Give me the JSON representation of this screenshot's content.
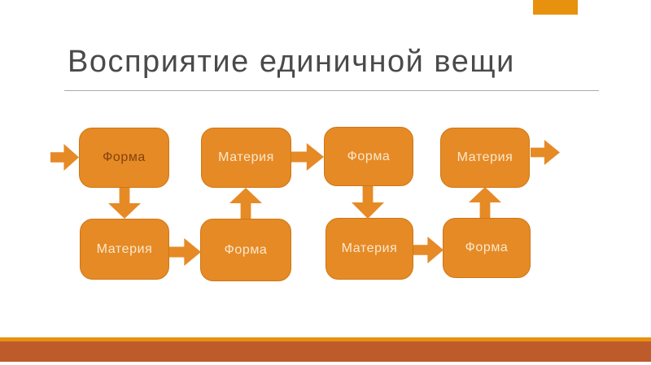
{
  "slide": {
    "title": "Восприятие единичной вещи"
  },
  "diagram": {
    "boxes": [
      {
        "id": "top-1",
        "label": "Форма",
        "text_style": "dark"
      },
      {
        "id": "top-2",
        "label": "Материя",
        "text_style": "light"
      },
      {
        "id": "top-3",
        "label": "Форма",
        "text_style": "light"
      },
      {
        "id": "top-4",
        "label": "Материя",
        "text_style": "light"
      },
      {
        "id": "bottom-1",
        "label": "Материя",
        "text_style": "light"
      },
      {
        "id": "bottom-2",
        "label": "Форма",
        "text_style": "light"
      },
      {
        "id": "bottom-3",
        "label": "Материя",
        "text_style": "light"
      },
      {
        "id": "bottom-4",
        "label": "Форма",
        "text_style": "light"
      }
    ],
    "arrows": [
      {
        "name": "entry-arrow",
        "direction": "right"
      },
      {
        "name": "flow-arrow-down-col1",
        "direction": "down"
      },
      {
        "name": "flow-arrow-right-bottom-row-1",
        "direction": "right"
      },
      {
        "name": "flow-arrow-up-col2",
        "direction": "up"
      },
      {
        "name": "flow-arrow-right-top-row",
        "direction": "right"
      },
      {
        "name": "flow-arrow-down-col3",
        "direction": "down"
      },
      {
        "name": "flow-arrow-right-bottom-row-2",
        "direction": "right"
      },
      {
        "name": "flow-arrow-up-col4",
        "direction": "up"
      },
      {
        "name": "exit-arrow",
        "direction": "right"
      }
    ]
  },
  "colors": {
    "shape_fill": "#E68A26",
    "shape_border": "#CE7614",
    "dark_label": "#84420C",
    "light_label": "#FAE8CC",
    "title": "#4A4A4A",
    "rule": "#ABABAB",
    "ribbon_stripe": "#E8910E",
    "ribbon_bar": "#BD5B2B"
  }
}
